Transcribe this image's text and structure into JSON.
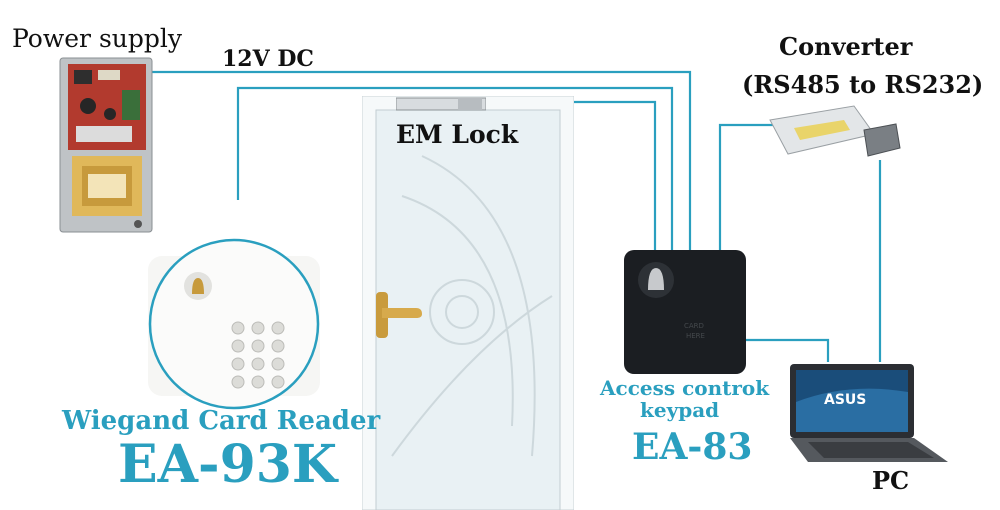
{
  "labels": {
    "power_supply": "Power supply",
    "voltage": "12V DC",
    "converter_line1": "Converter",
    "converter_line2": "(RS485 to RS232)",
    "em_lock": "EM Lock",
    "access_line1": "Access controk",
    "access_line2": "keypad",
    "access_model": "EA-83",
    "reader_title": "Wiegand Card Reader",
    "reader_model": "EA-93K",
    "pc": "PC"
  },
  "devices": {
    "laptop_brand": "ASUS"
  },
  "colors": {
    "wire": "#2a9fbf",
    "accent_text": "#2a9fbf",
    "door": "#eef4f6",
    "keypad_body": "#1b1e22"
  },
  "icons": {
    "power_supply": "power-supply-board-icon",
    "converter": "rs485-rs232-converter-icon",
    "em_lock": "magnetic-lock-icon",
    "door": "door-icon",
    "handle": "door-handle-icon",
    "wiegand_reader": "wiegand-keypad-icon",
    "access_keypad": "access-control-keypad-icon",
    "laptop": "laptop-icon",
    "bell": "doorbell-icon"
  }
}
